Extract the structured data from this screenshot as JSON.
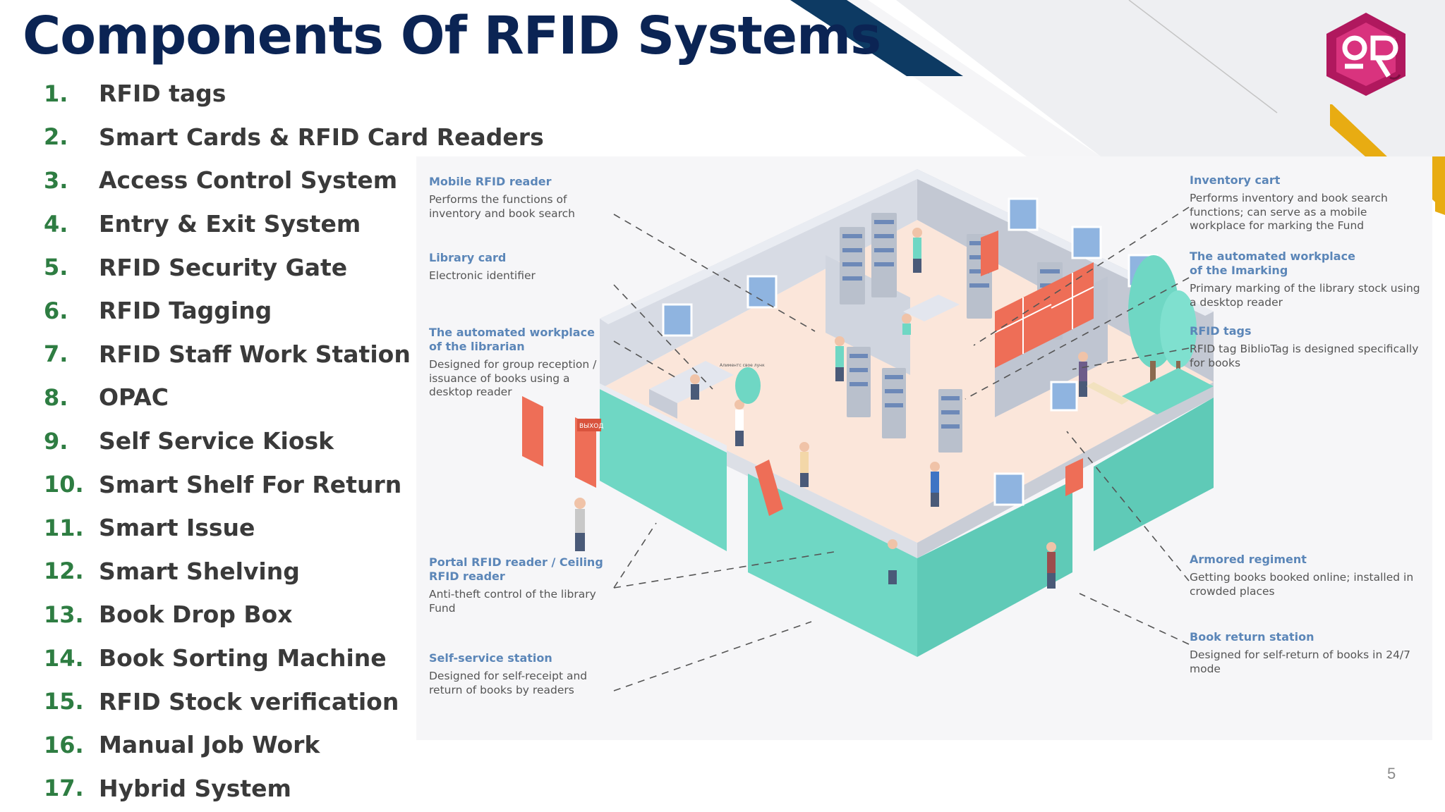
{
  "slide": {
    "title": "Components Of RFID Systems",
    "page_number": "5"
  },
  "components": [
    {
      "num": "1.",
      "label": "RFID tags"
    },
    {
      "num": "2.",
      "label": "Smart Cards & RFID Card Readers"
    },
    {
      "num": "3.",
      "label": "Access Control System"
    },
    {
      "num": "4.",
      "label": "Entry & Exit System"
    },
    {
      "num": "5.",
      "label": "RFID Security Gate"
    },
    {
      "num": "6.",
      "label": "RFID Tagging"
    },
    {
      "num": "7.",
      "label": "RFID Staff Work Station"
    },
    {
      "num": "8.",
      "label": "OPAC"
    },
    {
      "num": "9.",
      "label": "Self Service Kiosk"
    },
    {
      "num": "10.",
      "label": "Smart Shelf For Return"
    },
    {
      "num": "11.",
      "label": "Smart Issue"
    },
    {
      "num": "12.",
      "label": "Smart Shelving"
    },
    {
      "num": "13.",
      "label": "Book Drop Box"
    },
    {
      "num": "14.",
      "label": "Book Sorting Machine"
    },
    {
      "num": "15.",
      "label": "RFID Stock verification"
    },
    {
      "num": "16.",
      "label": "Manual Job Work"
    },
    {
      "num": "17.",
      "label": "Hybrid System"
    }
  ],
  "callouts": {
    "left": [
      {
        "title": "Mobile RFID reader",
        "desc": "Performs the functions of inventory and book search"
      },
      {
        "title": "Library card",
        "desc": "Electronic identifier"
      },
      {
        "title": "The automated workplace of the librarian",
        "desc": "Designed for group reception / issuance of books using a desktop reader"
      },
      {
        "title": "Portal RFID reader / Ceiling RFID reader",
        "desc": "Anti-theft control of the library Fund"
      },
      {
        "title": "Self-service station",
        "desc": "Designed for self-receipt and return of books by readers"
      }
    ],
    "right": [
      {
        "title": "Inventory cart",
        "desc": "Performs inventory and book search functions; can serve as a mobile workplace for marking the Fund"
      },
      {
        "title": "The automated workplace of the Imarking",
        "desc": "Primary marking of the library stock using a desktop reader"
      },
      {
        "title": "RFID tags",
        "desc": "RFID tag BiblioTag is designed specifically for books"
      },
      {
        "title": "Armored regiment",
        "desc": "Getting books booked online; installed in crowded places"
      },
      {
        "title": "Book return station",
        "desc": "Designed for self-return of books in 24/7 mode"
      }
    ]
  },
  "illustration": {
    "exit_sign": "ВЫХОД",
    "kiosk_sign": "Алиментс свое лунк"
  },
  "colors": {
    "title": "#0b2454",
    "number": "#2e7d42",
    "item_text": "#3a3a3a",
    "callout_title": "#5b86b8",
    "callout_text": "#555555",
    "teal": "#6fd7c4",
    "coral": "#ee6e57",
    "navy_stripe": "#0d3a63",
    "gold_stripe": "#e8ac12",
    "logo": "#b0185e"
  }
}
